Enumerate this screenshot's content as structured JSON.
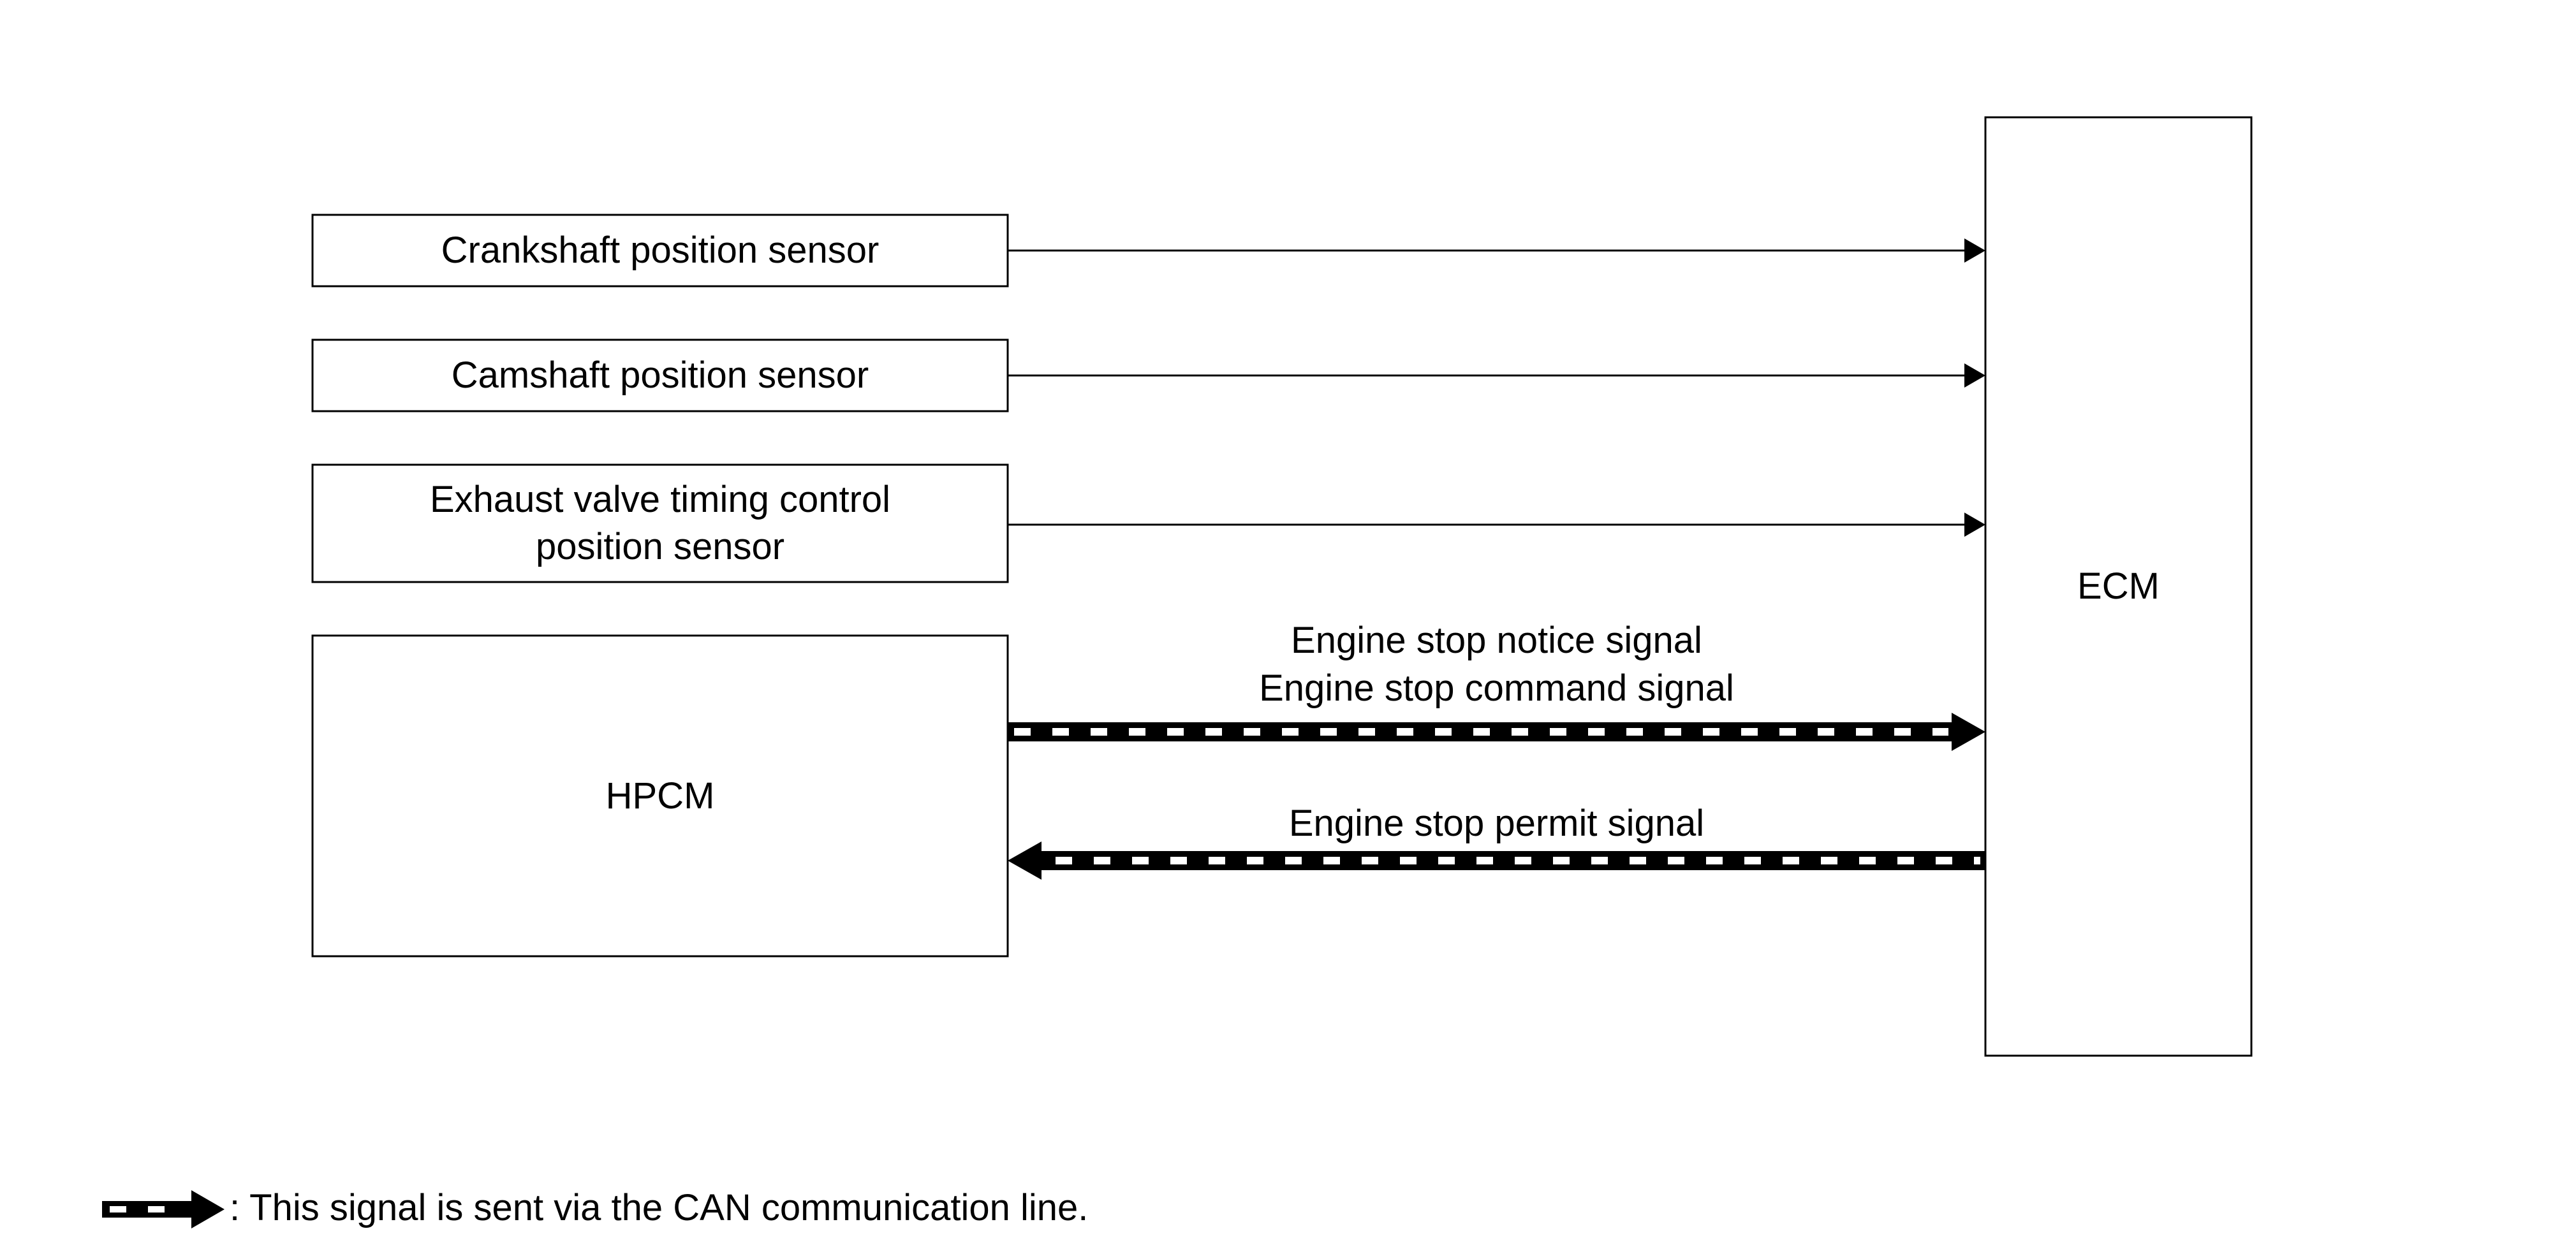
{
  "blocks": {
    "crankshaft": "Crankshaft position sensor",
    "camshaft": "Camshaft position sensor",
    "exhaust_line1": "Exhaust valve timing control",
    "exhaust_line2": "position sensor",
    "hpcm": "HPCM",
    "ecm": "ECM"
  },
  "signals": {
    "notice": "Engine stop notice signal",
    "command": "Engine stop command signal",
    "permit": "Engine stop permit signal"
  },
  "legend": {
    "text": ": This signal is sent via the CAN communication line."
  },
  "colors": {
    "line": "#000000",
    "background": "#ffffff"
  }
}
